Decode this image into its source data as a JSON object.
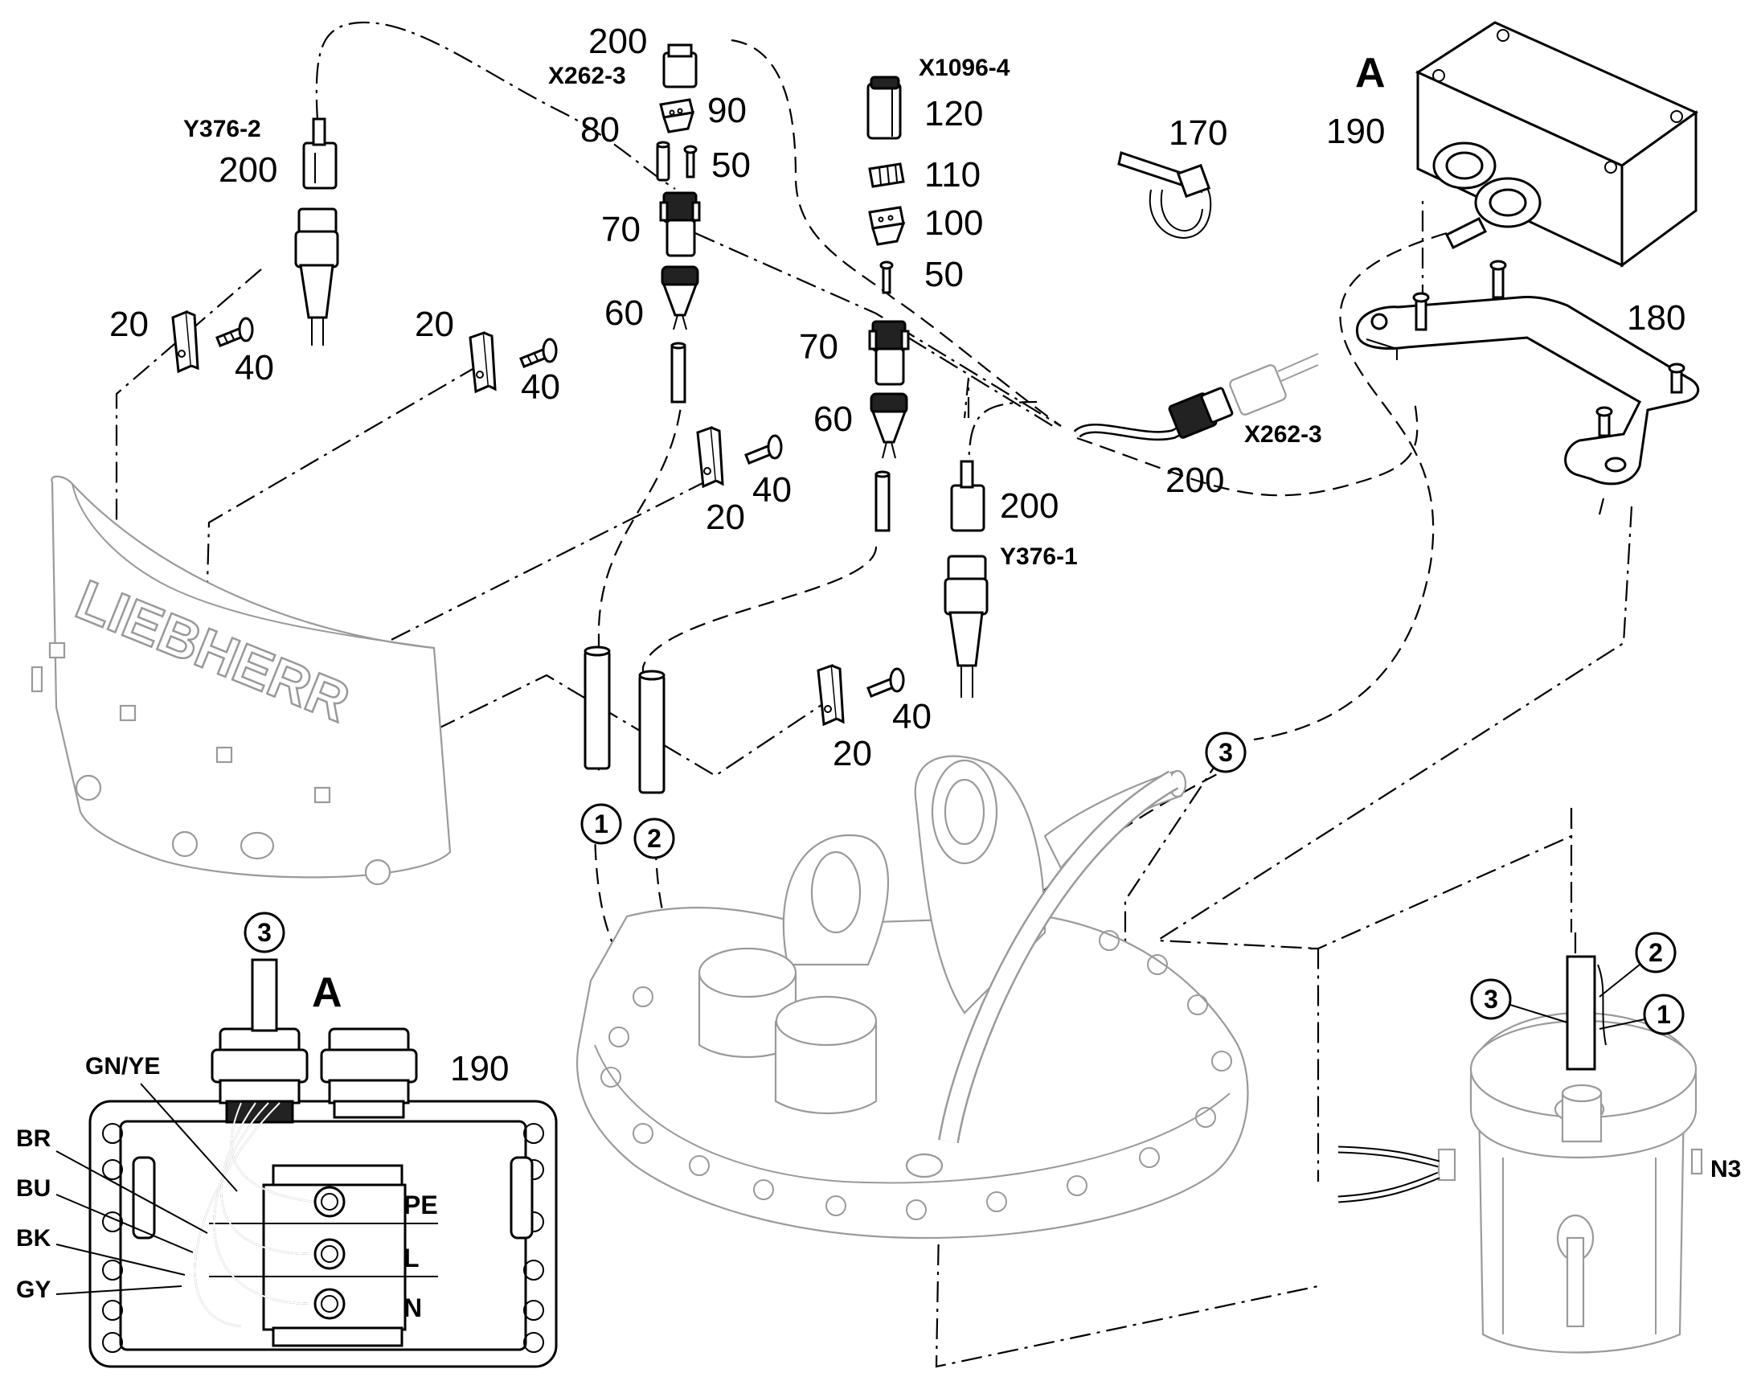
{
  "labels": {
    "n200_a": "200",
    "x262_3_top": "X262-3",
    "n90": "90",
    "n80": "80",
    "n50_a": "50",
    "n70_a": "70",
    "n60_a": "60",
    "y376_2": "Y376-2",
    "n200_b": "200",
    "n20_a": "20",
    "n40_a": "40",
    "n20_b": "20",
    "n40_b": "40",
    "x1096_4": "X1096-4",
    "n120": "120",
    "n110": "110",
    "n100": "100",
    "n50_b": "50",
    "n70_b": "70",
    "n60_b": "60",
    "n170": "170",
    "big_a_top": "A",
    "n190_top": "190",
    "n180": "180",
    "x262_3_right": "X262-3",
    "n200_c": "200",
    "n20_c": "20",
    "n40_c": "40",
    "n200_d": "200",
    "y376_1": "Y376-1",
    "n20_d": "20",
    "n40_d": "40",
    "big_a_bottom": "A",
    "n190_bottom": "190",
    "n3_label": "N3"
  },
  "callouts": {
    "c1": "1",
    "c2": "2",
    "c3_top": "3",
    "c3_box": "3",
    "c3_motor": "3",
    "c2_motor": "2",
    "c1_motor": "1"
  },
  "wires": {
    "gnye": "GN/YE",
    "br": "BR",
    "bu": "BU",
    "bk": "BK",
    "gy": "GY"
  },
  "terminals": {
    "pe": "PE",
    "l": "L",
    "n": "N"
  },
  "cover_logo": "LIEBHERR"
}
